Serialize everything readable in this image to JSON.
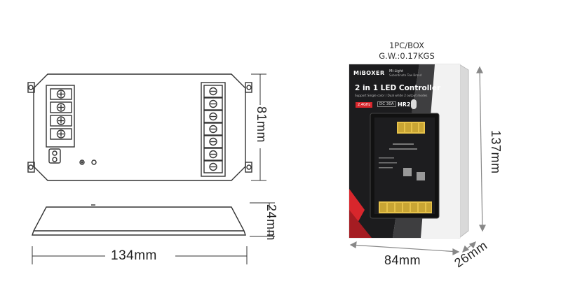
{
  "dimensions": {
    "length": "134mm",
    "width": "81mm",
    "height": "24mm",
    "box_width": "84mm",
    "box_height": "137mm",
    "box_depth": "26mm"
  },
  "packaging": {
    "quantity": "1PC/BOX",
    "gross_weight": "G.W.:0.17KGS"
  },
  "box": {
    "brand": "MiBOXER",
    "sub_brand": "Mi-Light",
    "tagline": "Subordinate Tow Brand",
    "product_title": "2 in 1 LED Controller",
    "product_subtitle": "Support Single color / Dual white 2 output modes",
    "freq_badge": "2.4GHz",
    "current_rating": "DC 30A",
    "model": "HR2"
  },
  "colors": {
    "box_black": "#1c1c1e",
    "box_white": "#f4f4f4",
    "accent_red": "#d8262c",
    "terminal_yellow": "#e7c24a",
    "line": "#333333"
  }
}
